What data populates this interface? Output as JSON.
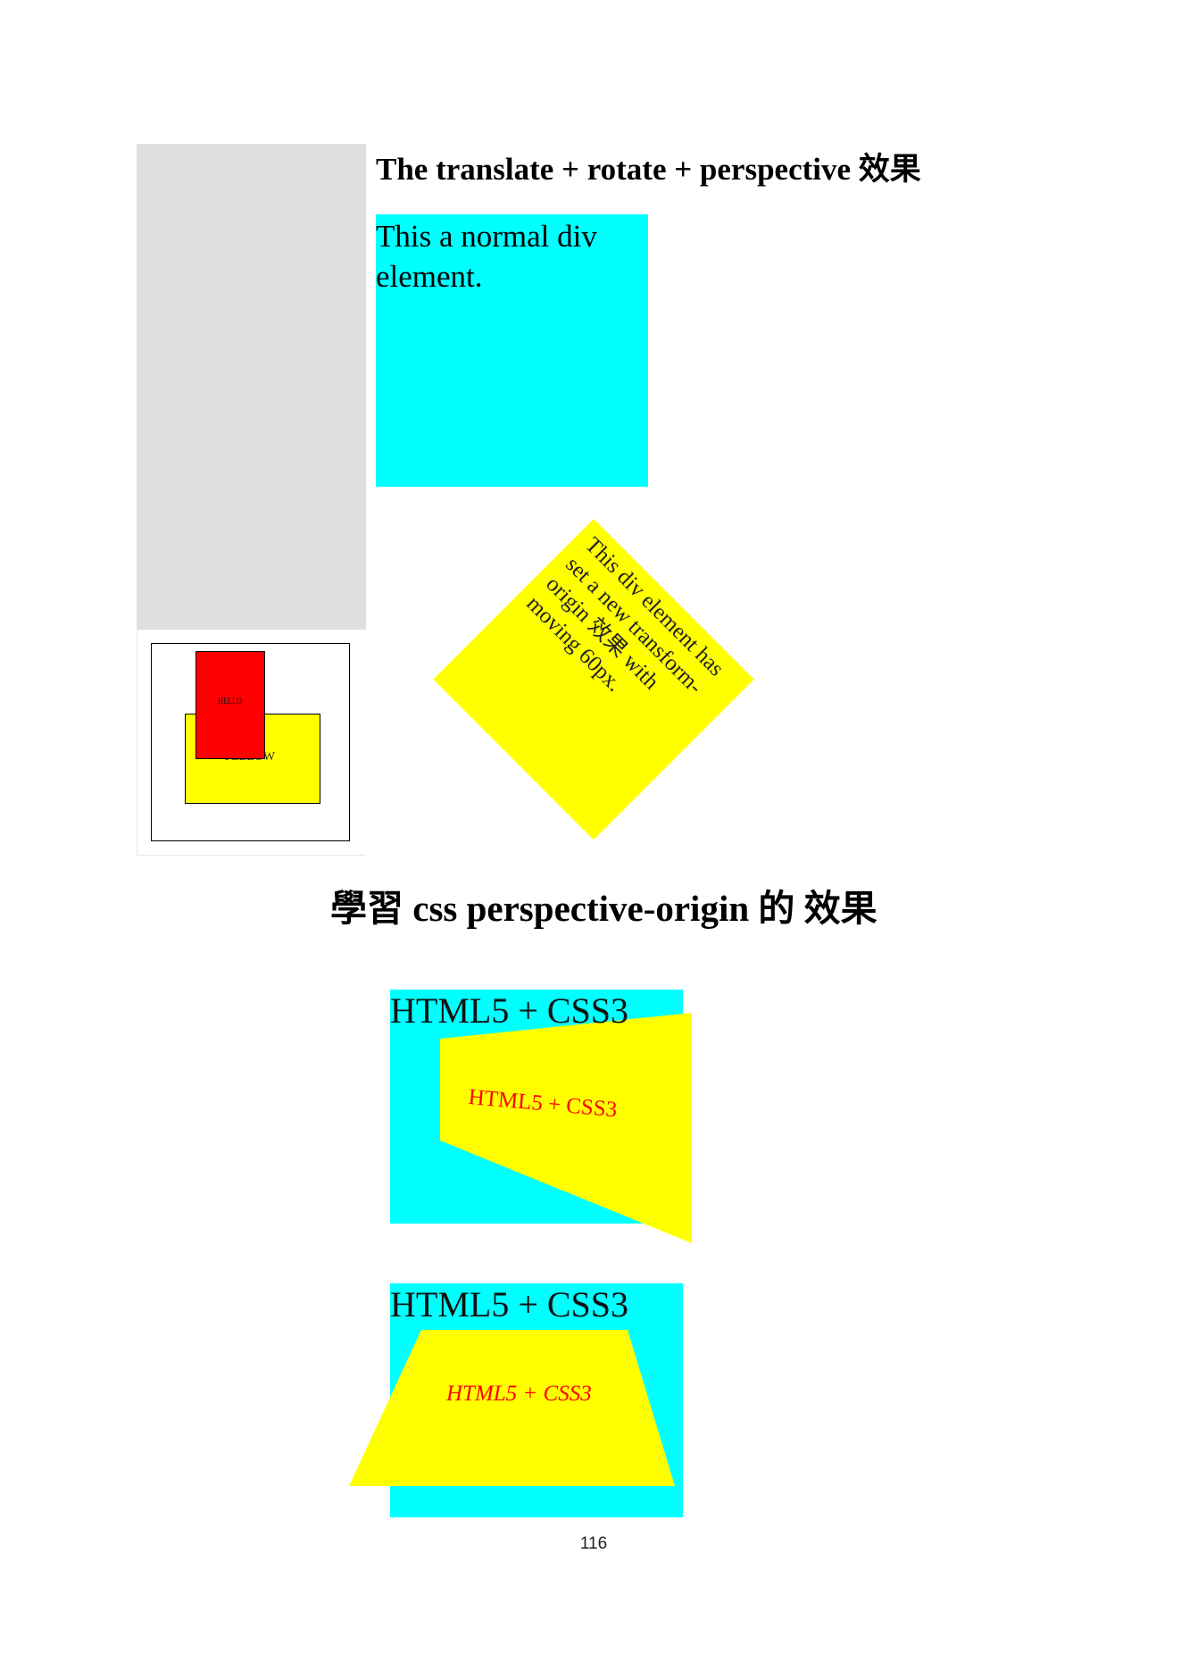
{
  "translate_section": {
    "title": "The translate + rotate + perspective 效果",
    "normal_div_text": "This a normal div element.",
    "rotated_div_text": "This div element has set a new transform-origin 效果 with moving 60px.",
    "demo": {
      "red_label": "HELLO",
      "yellow_label": "YELLOW"
    }
  },
  "perspective_origin_section": {
    "title": "學習 css perspective-origin 的 效果",
    "demo_1": {
      "title": "HTML5 + CSS3",
      "inner_text": "HTML5 + CSS3"
    },
    "demo_2": {
      "title": "HTML5 + CSS3",
      "inner_text": "HTML5 + CSS3"
    }
  },
  "page_number": "116",
  "colors": {
    "cyan": "#00ffff",
    "yellow": "#ffff00",
    "red": "#ff0000",
    "gray_panel": "#dfdfdf"
  }
}
